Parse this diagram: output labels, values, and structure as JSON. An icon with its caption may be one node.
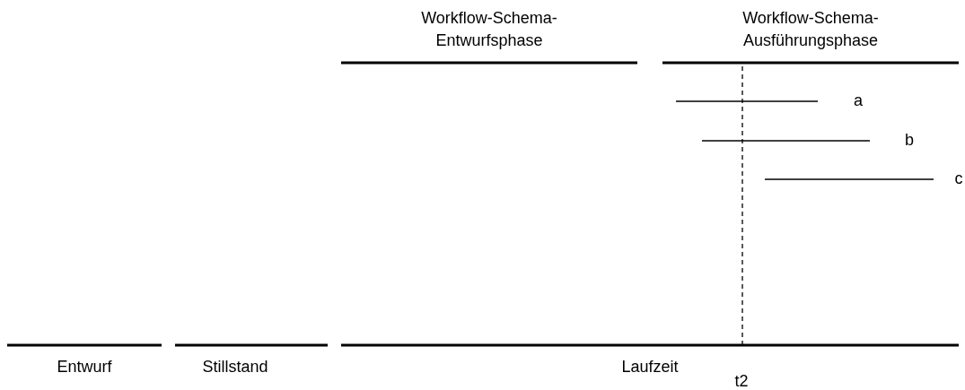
{
  "diagram": {
    "labels": [
      "Workflow-Schema- Entwurfsphase",
      "Workflow-Schema- Ausführungsphase",
      "a",
      "b",
      "c",
      "Entwurf",
      "Stillstand",
      "Laufzeit",
      "t2"
    ]
  }
}
